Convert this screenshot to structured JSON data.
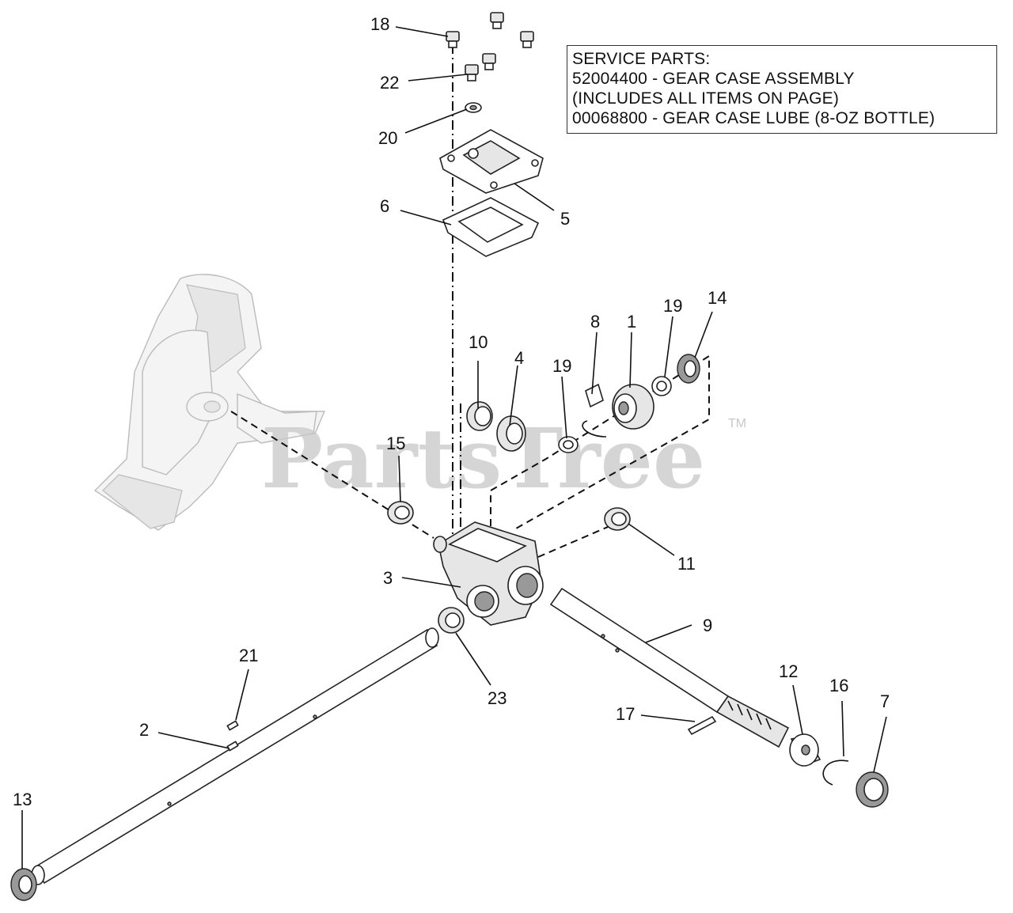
{
  "service_parts": {
    "lines": [
      "SERVICE PARTS:",
      "52004400 - GEAR CASE ASSEMBLY",
      "(INCLUDES ALL ITEMS ON PAGE)",
      "00068800 - GEAR CASE LUBE (8-OZ BOTTLE)"
    ]
  },
  "watermark": {
    "text": "PartsTree",
    "tm": "TM"
  },
  "callouts": [
    "18",
    "22",
    "20",
    "6",
    "5",
    "10",
    "4",
    "19",
    "8",
    "1",
    "19",
    "14",
    "15",
    "11",
    "3",
    "9",
    "21",
    "2",
    "23",
    "12",
    "16",
    "7",
    "17",
    "13"
  ]
}
